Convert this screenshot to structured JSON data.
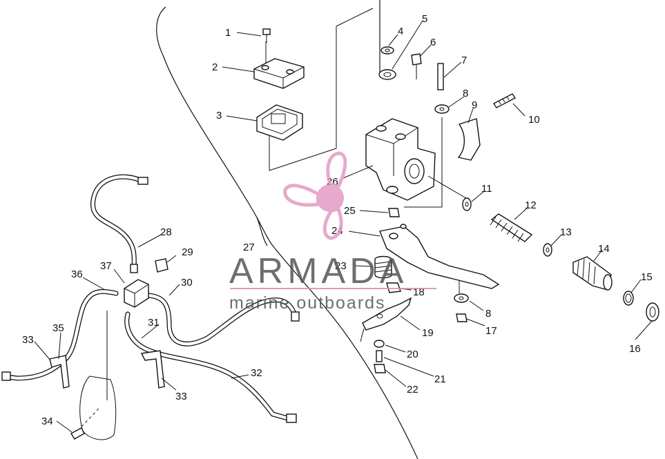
{
  "watermark": {
    "brand": "ARMADA",
    "tagline": "marine outboards",
    "colors": {
      "logo": "#e39bc4",
      "text": "#4a4a4a",
      "line": "#d88bb8"
    }
  },
  "callouts": [
    "1",
    "2",
    "3",
    "4",
    "5",
    "6",
    "7",
    "8",
    "9",
    "10",
    "11",
    "12",
    "13",
    "14",
    "15",
    "16",
    "17",
    "18",
    "19",
    "20",
    "21",
    "22",
    "23",
    "24",
    "25",
    "26",
    "27",
    "28",
    "29",
    "30",
    "31",
    "32",
    "33",
    "34",
    "35",
    "36",
    "37"
  ],
  "callout_repeats": {
    "8b": "8",
    "33b": "33"
  }
}
